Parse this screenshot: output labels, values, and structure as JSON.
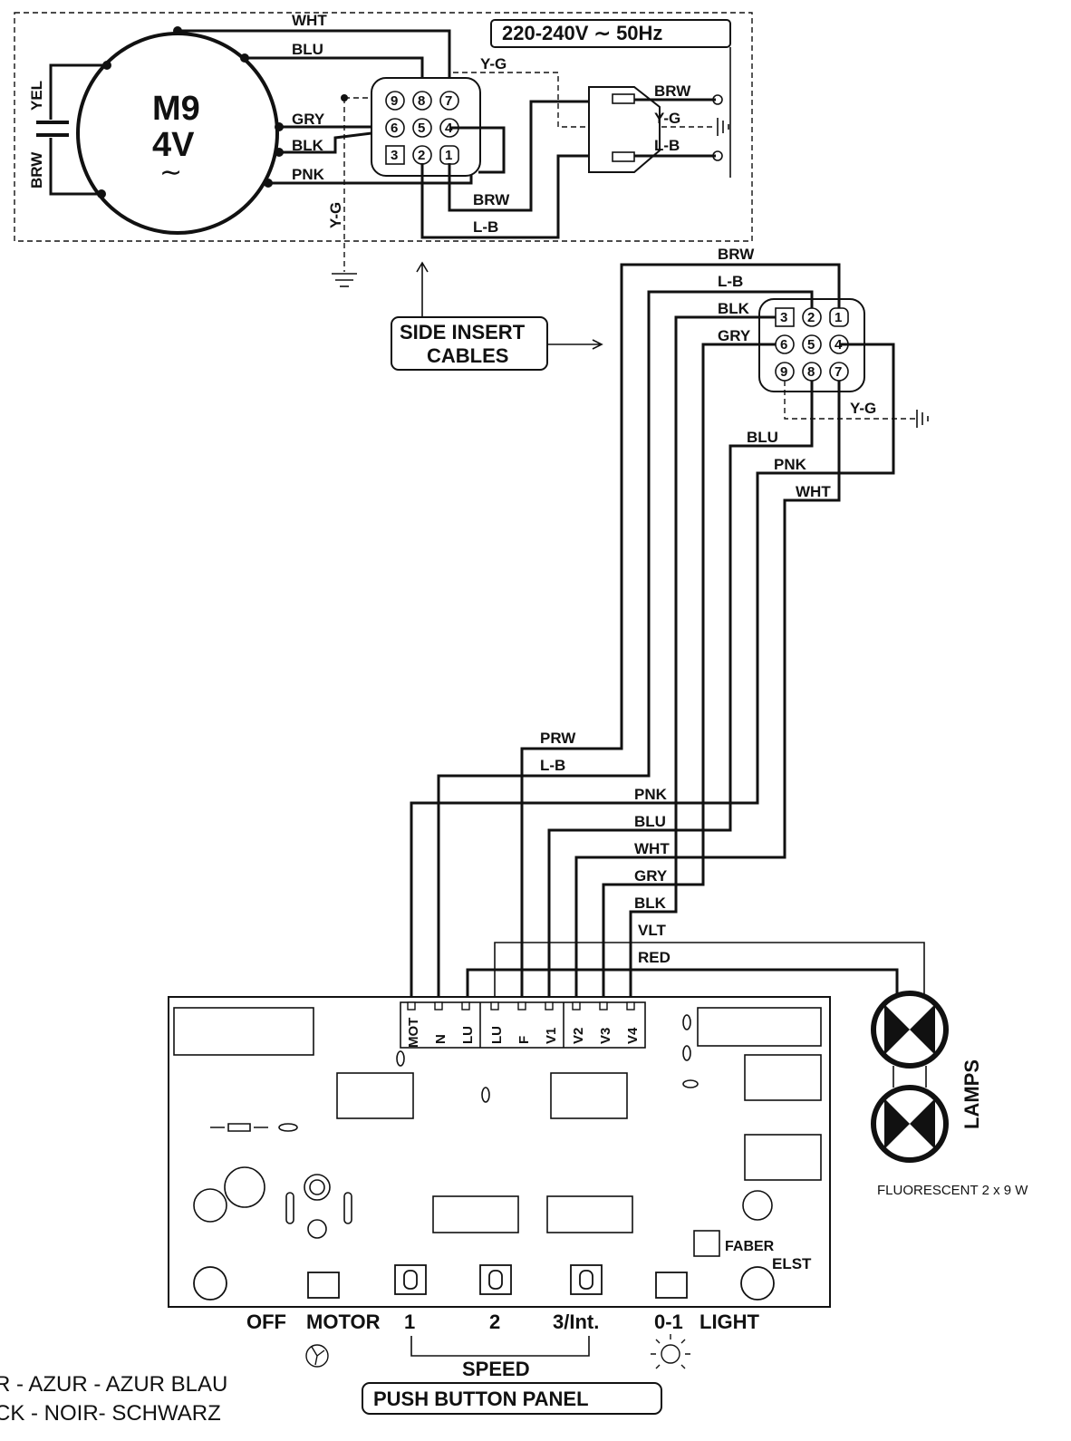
{
  "motor": {
    "name": "M9",
    "voltage": "4V",
    "ac_symbol": "∼"
  },
  "supply": {
    "label": "220-240V ∼ 50Hz"
  },
  "motor_wires": {
    "wht": "WHT",
    "blu": "BLU",
    "gry": "GRY",
    "blk": "BLK",
    "pnk": "PNK",
    "yel": "YEL",
    "brw": "BRW",
    "yg": "Y-G"
  },
  "supply_wires": {
    "brw": "BRW",
    "yg": "Y-G",
    "lb": "L-B"
  },
  "connector_top_wires": {
    "brw": "BRW",
    "lb": "L-B"
  },
  "connector_pins": [
    "9",
    "8",
    "7",
    "6",
    "5",
    "4",
    "3",
    "2",
    "1"
  ],
  "side_insert": {
    "line1": "SIDE INSERT",
    "line2": "CABLES"
  },
  "harness_top": {
    "brw": "BRW",
    "lb": "L-B",
    "blk": "BLK",
    "gry": "GRY",
    "yg": "Y-G",
    "blu": "BLU",
    "pnk": "PNK",
    "wht": "WHT"
  },
  "harness_mid": {
    "prw": "PRW",
    "lb": "L-B",
    "pnk": "PNK",
    "blu": "BLU",
    "wht": "WHT",
    "gry": "GRY",
    "blk": "BLK",
    "vlt": "VLT",
    "red": "RED"
  },
  "terminals": [
    "MOT",
    "N",
    "LU",
    "LU",
    "F",
    "V1",
    "V2",
    "V3",
    "V4"
  ],
  "lamps": {
    "label": "LAMPS",
    "spec": "FLUORESCENT 2 x 9 W"
  },
  "brand": {
    "name": "FABER",
    "model": "ELST"
  },
  "buttons": {
    "off": "OFF",
    "motor": "MOTOR",
    "s1": "1",
    "s2": "2",
    "s3": "3/Int.",
    "light01": "0-1",
    "light": "LIGHT"
  },
  "speed_label": "SPEED",
  "panel_label": "PUSH BUTTON PANEL",
  "legend": {
    "line1": "R - AZUR - AZUR BLAU",
    "line2": "CK - NOIR- SCHWARZ"
  }
}
